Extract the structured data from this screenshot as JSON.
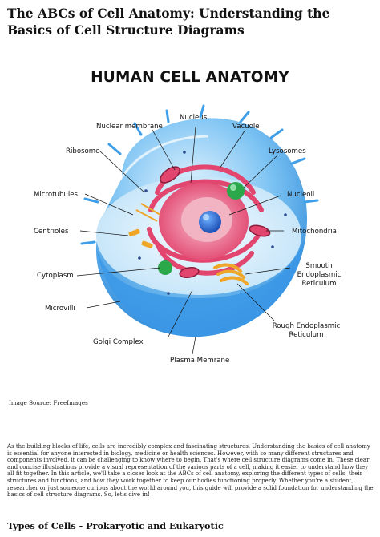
{
  "article": {
    "title": "The ABCs of Cell Anatomy: Understanding the Basics of Cell Structure Diagrams",
    "image_source": "Image Source: FreeImages",
    "intro": "As the building blocks of life, cells are incredibly complex and fascinating structures. Understanding the basics of cell anatomy is essential for anyone interested in biology, medicine or health sciences. However, with so many different structures and components involved, it can be challenging to know where to begin. That's where cell structure diagrams come in. These clear and concise illustrations provide a visual representation of the various parts of a cell, making it easier to understand how they all fit together. In this article, we'll take a closer look at the ABCs of cell anatomy, exploring the different types of cells, their structures and functions, and how they work together to keep our bodies functioning properly. Whether you're a student, researcher or just someone curious about the world around you, this guide will provide a solid foundation for understanding the basics of cell structure diagrams. So, let's dive in!",
    "section_heading": "Types of Cells - Prokaryotic and Eukaryotic"
  },
  "figure": {
    "title": "HUMAN CELL ANATOMY",
    "labels": {
      "nucleus": "Nucleus",
      "nuclear_membrane": "Nuclear membrane",
      "vacuole": "Vacuole",
      "ribosome": "Ribosome",
      "lysosomes": "Lysosomes",
      "microtubules": "Microtubules",
      "nucleoli": "Nucleoli",
      "centrioles": "Centrioles",
      "mitochondria": "Mitochondria",
      "smooth_er_1": "Smooth",
      "smooth_er_2": "Endoplasmic",
      "smooth_er_3": "Reticulum",
      "cytoplasm": "Cytoplasm",
      "microvilli": "Microvilli",
      "rough_er_1": "Rough Endoplasmic",
      "rough_er_2": "Reticulum",
      "golgi_complex": "Golgi Complex",
      "plasma_membrane": "Plasma Memrane"
    },
    "colors": {
      "membrane_outer": "#3f9ee8",
      "membrane_light": "#bfe3fb",
      "cytoplasm": "#dff2fc",
      "rough_er": "#e2466f",
      "nucleus_shell": "#f08aa6",
      "nucleus_core": "#2f6fd6",
      "golgi": "#f0a628",
      "lysosome": "#2aa84a"
    }
  }
}
